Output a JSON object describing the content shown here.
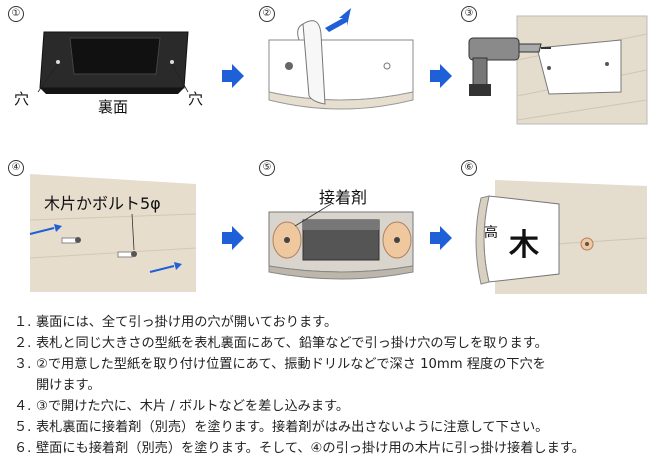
{
  "steps": [
    {
      "num": "①"
    },
    {
      "num": "②"
    },
    {
      "num": "③"
    },
    {
      "num": "④"
    },
    {
      "num": "⑤"
    },
    {
      "num": "⑥"
    }
  ],
  "panel1": {
    "hole_left": "穴",
    "hole_right": "穴",
    "back_label": "裏面"
  },
  "panel4": {
    "label": "木片かボルト5φ"
  },
  "panel5": {
    "label": "接着剤"
  },
  "panel6": {
    "sign_text": "木",
    "sign_edge_text": "高"
  },
  "colors": {
    "arrow": "#1f5fd8",
    "wood": "#e2d8c6",
    "plate": "#ffffff",
    "adhesive": "#f0c8a0"
  },
  "instructions": [
    {
      "num": "１.",
      "text": "裏面には、全て引っ掛け用の穴が開いております。"
    },
    {
      "num": "２.",
      "text": "表札と同じ大きさの型紙を表札裏面にあて、鉛筆などで引っ掛け穴の写しを取ります。"
    },
    {
      "num": "３.",
      "text": "②で用意した型紙を取り付け位置にあて、振動ドリルなどで深さ 10mm 程度の下穴を",
      "text2": "開けます。"
    },
    {
      "num": "４.",
      "text": "③で開けた穴に、木片 / ボルトなどを差し込みます。"
    },
    {
      "num": "５.",
      "text": "表札裏面に接着剤（別売）を塗ります。接着剤がはみ出さないように注意して下さい。"
    },
    {
      "num": "６.",
      "text": "壁面にも接着剤（別売）を塗ります。そして、④の引っ掛け用の木片に引っ掛け接着します。"
    }
  ]
}
